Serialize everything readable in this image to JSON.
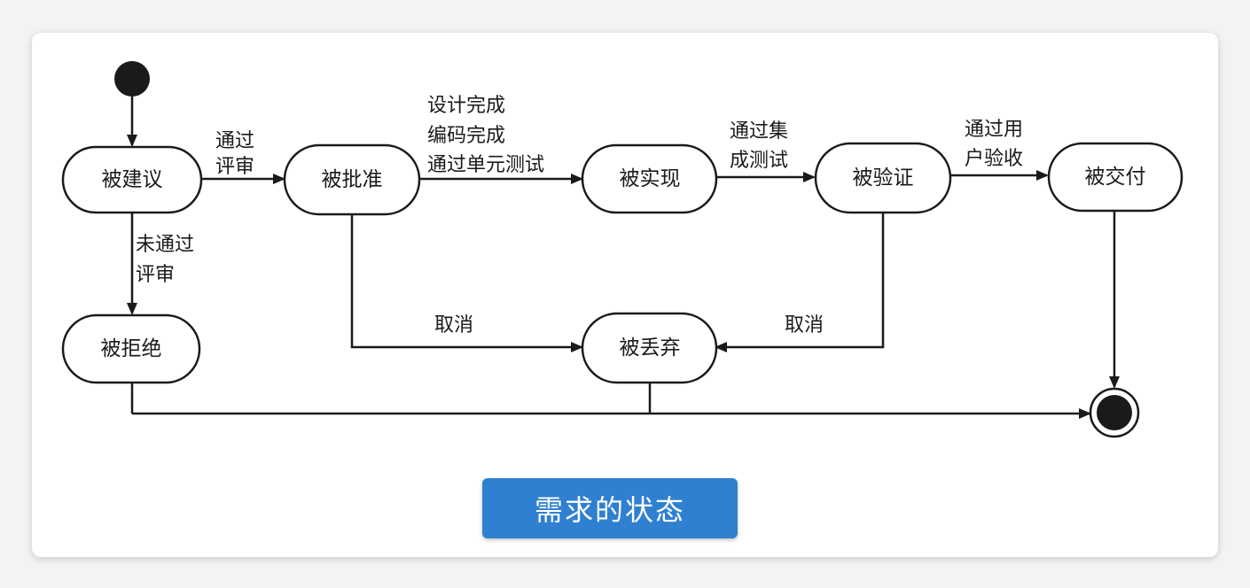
{
  "colors": {
    "ink": "#1a1a1a",
    "caption_bg": "#2f80d0",
    "caption_text": "#ffffff",
    "card_bg": "#ffffff"
  },
  "states": {
    "proposed": "被建议",
    "approved": "被批准",
    "implemented": "被实现",
    "verified": "被验证",
    "delivered": "被交付",
    "rejected": "被拒绝",
    "abandoned": "被丢弃"
  },
  "transitions": {
    "pass_review": [
      "通过",
      "评审"
    ],
    "design_done": [
      "设计完成",
      "编码完成",
      "通过单元测试"
    ],
    "integration_test": [
      "通过集",
      "成测试"
    ],
    "acceptance_test": [
      "通过用",
      "户验收"
    ],
    "fail_review": [
      "未通过",
      "评审"
    ],
    "cancel_from_approved": "取消",
    "cancel_from_verified": "取消"
  },
  "caption": "需求的状态"
}
